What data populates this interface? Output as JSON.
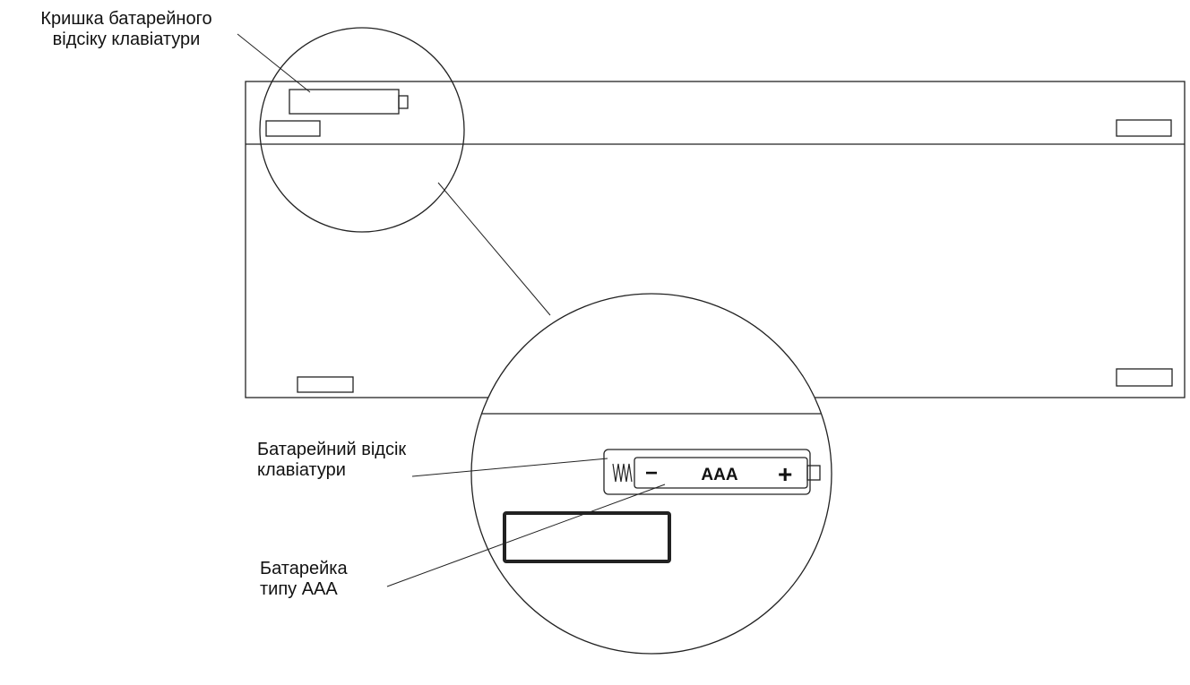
{
  "labels": {
    "cover": {
      "line1": "Кришка батарейного",
      "line2": "відсіку клавіатури"
    },
    "compartment": {
      "line1": "Батарейний відсік",
      "line2": "клавіатури"
    },
    "battery": {
      "line1": "Батарейка",
      "line2": "типу ААА"
    }
  },
  "battery_marks": {
    "minus": "−",
    "type": "AAA",
    "plus": "+"
  },
  "colors": {
    "stroke": "#222222",
    "text": "#111111",
    "background": "#ffffff"
  }
}
